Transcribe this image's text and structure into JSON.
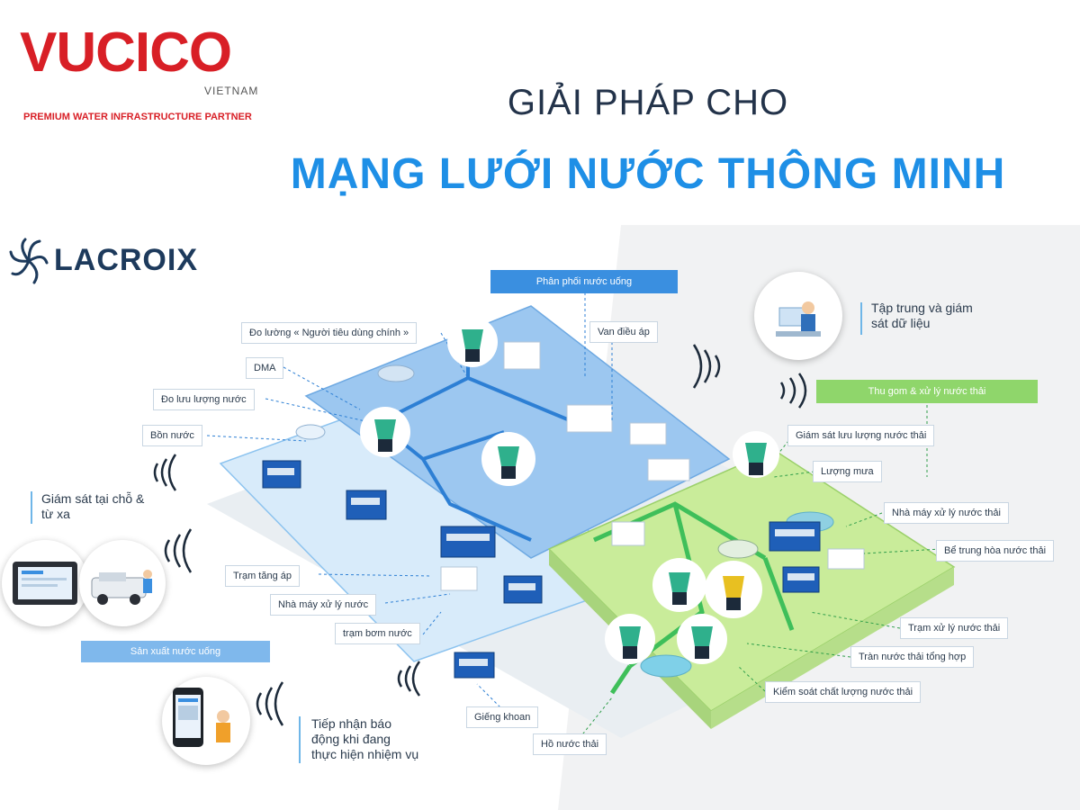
{
  "brand": {
    "name": "VUCICO",
    "sub": "VIETNAM",
    "tagline": "PREMIUM WATER INFRASTRUCTURE PARTNER"
  },
  "title": {
    "line1": "GIẢI PHÁP CHO",
    "line2": "MẠNG LƯỚI NƯỚC THÔNG MINH"
  },
  "partner": {
    "name": "LACROIX"
  },
  "labels": {
    "phan_phoi": "Phân phối nước uống",
    "do_luong": "Đo lường « Người tiêu dùng chính »",
    "van_dieu_ap": "Van điều áp",
    "dma": "DMA",
    "do_luu_luong": "Đo lưu lượng nước",
    "bon_nuoc": "Bồn nước",
    "tram_tang_ap": "Trạm tăng áp",
    "nha_may_xu_ly_nuoc": "Nhà máy xử lý nước",
    "tram_bom_nuoc": "trạm bơm nước",
    "san_xuat": "Sản xuất nước uống",
    "gieng_khoan": "Giếng khoan",
    "ho_nuoc_thai": "Hồ nước thải",
    "thu_gom": "Thu gom & xử lý nước thải",
    "giam_sat_luu_luong_thai": "Giám sát lưu lượng nước thải",
    "luong_mua": "Lượng mưa",
    "nha_may_xu_ly_thai": "Nhà máy xử lý nước thải",
    "be_trung_hoa": "Bể trung hòa nước thải",
    "tram_xu_ly_thai": "Trạm xử lý nước thải",
    "tran_nuoc_thai": "Tràn nước thải tổng hợp",
    "kiem_soat": "Kiểm soát chất lượng nước thải"
  },
  "callouts": {
    "tap_trung": [
      "Tập trung và giám",
      "sát dữ liệu"
    ],
    "giam_sat_tai_cho": [
      "Giám sát tại chỗ &",
      "từ xa"
    ],
    "tiep_nhan": [
      "Tiếp nhận báo",
      "động khi đang",
      "thực hiện nhiệm vụ"
    ]
  },
  "colors": {
    "brand_red": "#d81f26",
    "title_dark": "#23334a",
    "title_blue": "#1e8fe6",
    "zone_blue": "#9cc7f0",
    "zone_green": "#c9ec9a",
    "label_blue": "#3a8fe0",
    "label_green": "#8fd66b"
  }
}
